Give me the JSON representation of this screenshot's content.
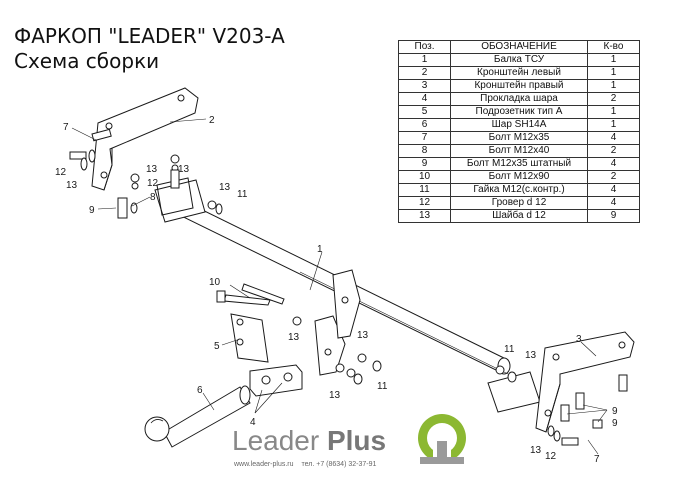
{
  "header": {
    "title": "ФАРКОП \"LEADER\" V203-A",
    "subtitle": "Схема сборки"
  },
  "parts_table": {
    "headers": [
      "Поз.",
      "ОБОЗНАЧЕНИЕ",
      "К-во"
    ],
    "rows": [
      [
        "1",
        "Балка ТСУ",
        "1"
      ],
      [
        "2",
        "Кронштейн левый",
        "1"
      ],
      [
        "3",
        "Кронштейн правый",
        "1"
      ],
      [
        "4",
        "Прокладка шара",
        "2"
      ],
      [
        "5",
        "Подрозетник тип А",
        "1"
      ],
      [
        "6",
        "Шар SH14A",
        "1"
      ],
      [
        "7",
        "Болт М12х35",
        "4"
      ],
      [
        "8",
        "Болт М12х40",
        "2"
      ],
      [
        "9",
        "Болт М12х35 штатный",
        "4"
      ],
      [
        "10",
        "Болт М12х90",
        "2"
      ],
      [
        "11",
        "Гайка М12(с.контр.)",
        "4"
      ],
      [
        "12",
        "Гровер d 12",
        "4"
      ],
      [
        "13",
        "Шайба d 12",
        "9"
      ]
    ]
  },
  "callouts": {
    "c1": "1",
    "c2": "2",
    "c3": "3",
    "c4": "4",
    "c5": "5",
    "c6": "6",
    "c7a": "7",
    "c7b": "7",
    "c8": "8",
    "c9a": "9",
    "c9b": "9",
    "c9c": "9",
    "c10": "10",
    "c11a": "11",
    "c11b": "11",
    "c11c": "11",
    "c12a": "12",
    "c12b": "12",
    "c12c": "12",
    "c13a": "13",
    "c13b": "13",
    "c13c": "13",
    "c13d": "13",
    "c13e": "13",
    "c13f": "13",
    "c13g": "13",
    "c13h": "13",
    "c13i": "13"
  },
  "brand": {
    "name_light": "Leader",
    "name_bold": "Plus",
    "website": "www.leader-plus.ru",
    "phone": "тел. +7 (8634) 32-37-91"
  },
  "colors": {
    "line": "#1a1a1a",
    "logo_green": "#8cb832",
    "logo_gray": "#9a9a9a",
    "text_gray": "#888888"
  }
}
